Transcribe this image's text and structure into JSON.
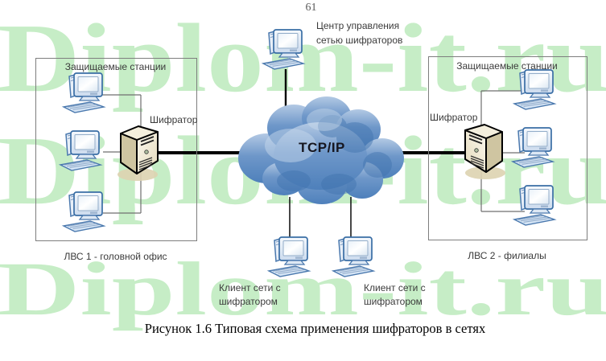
{
  "page": {
    "number": "61"
  },
  "figure": {
    "caption": "Рисунок 1.6 Типовая схема применения шифраторов в сетях"
  },
  "watermark": {
    "text": "Diplom-it.ru",
    "color": "#8fdd8f"
  },
  "control_center": {
    "label": "Центр управления\nсетью шифраторов"
  },
  "cloud": {
    "label": "TCP/IP",
    "color_top": "#b0c8e6",
    "color_bottom": "#4e80bb"
  },
  "lan1": {
    "title": "Защищаемые станции",
    "encryptor_label": "Шифратор",
    "caption": "ЛВС 1 - головной офис",
    "station_count": 3
  },
  "lan2": {
    "title": "Защищаемые станции",
    "encryptor_label": "Шифратор",
    "caption": "ЛВС 2 - филиалы",
    "station_count": 3
  },
  "clients": [
    {
      "label": "Клиент сети с\nшифратором"
    },
    {
      "label": "Клиент сети с\nшифратором"
    }
  ],
  "colors": {
    "server_body": "#efe8d2",
    "server_side": "#cfc5a1",
    "computer_outline": "#4b79ae",
    "trunk_line": "#000000",
    "box_border": "#7e7e7e",
    "label_text": "#3b3b3b"
  }
}
